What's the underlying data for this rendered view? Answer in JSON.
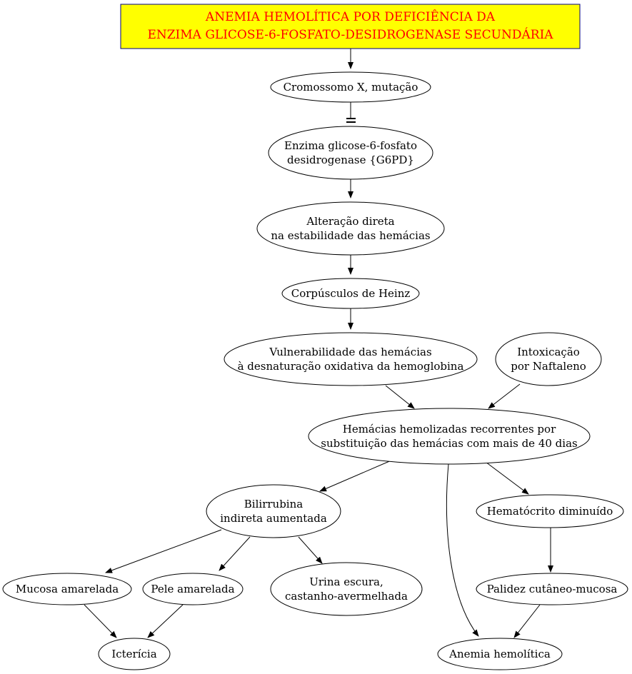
{
  "colors": {
    "title_fill": "#ffff00",
    "title_text": "#ff0000",
    "title_border": "#000080",
    "node_border": "#000000",
    "edge": "#000000"
  },
  "title": {
    "line1": "ANEMIA HEMOLÍTICA POR DEFICIÊNCIA DA",
    "line2": "ENZIMA GLICOSE-6-FOSFATO-DESIDROGENASE SECUNDÁRIA"
  },
  "nodes": {
    "cromossomo": {
      "lines": [
        "Cromossomo X, mutação"
      ]
    },
    "enzima": {
      "lines": [
        "Enzima glicose-6-fosfato",
        "desidrogenase {G6PD}"
      ]
    },
    "alteracao": {
      "lines": [
        "Alteração direta",
        "na estabilidade das hemácias"
      ]
    },
    "heinz": {
      "lines": [
        "Corpúsculos de Heinz"
      ]
    },
    "vulnerabilidade": {
      "lines": [
        "Vulnerabilidade das hemácias",
        "à desnaturação oxidativa da hemoglobina"
      ]
    },
    "intoxicacao": {
      "lines": [
        "Intoxicação",
        "por Naftaleno"
      ]
    },
    "hemolizadas": {
      "lines": [
        "Hemácias hemolizadas recorrentes por",
        "substituição das hemácias com mais de 40 dias"
      ]
    },
    "bilirrubina": {
      "lines": [
        "Bilirrubina",
        "indireta aumentada"
      ]
    },
    "hematocrito": {
      "lines": [
        "Hematócrito diminuído"
      ]
    },
    "mucosa": {
      "lines": [
        "Mucosa amarelada"
      ]
    },
    "pele": {
      "lines": [
        "Pele amarelada"
      ]
    },
    "urina": {
      "lines": [
        "Urina escura,",
        "castanho-avermelhada"
      ]
    },
    "palidez": {
      "lines": [
        "Palidez cutâneo-mucosa"
      ]
    },
    "ictericia": {
      "lines": [
        "Icterícia"
      ]
    },
    "anemia": {
      "lines": [
        "Anemia hemolítica"
      ]
    }
  },
  "edges": [
    {
      "from": "title",
      "to": "cromossomo",
      "arrow": "normal"
    },
    {
      "from": "cromossomo",
      "to": "enzima",
      "arrow": "tee"
    },
    {
      "from": "enzima",
      "to": "alteracao",
      "arrow": "normal"
    },
    {
      "from": "alteracao",
      "to": "heinz",
      "arrow": "normal"
    },
    {
      "from": "heinz",
      "to": "vulnerabilidade",
      "arrow": "normal"
    },
    {
      "from": "vulnerabilidade",
      "to": "hemolizadas",
      "arrow": "normal"
    },
    {
      "from": "intoxicacao",
      "to": "hemolizadas",
      "arrow": "normal"
    },
    {
      "from": "hemolizadas",
      "to": "bilirrubina",
      "arrow": "normal"
    },
    {
      "from": "hemolizadas",
      "to": "hematocrito",
      "arrow": "normal"
    },
    {
      "from": "hemolizadas",
      "to": "anemia",
      "arrow": "normal"
    },
    {
      "from": "bilirrubina",
      "to": "mucosa",
      "arrow": "normal"
    },
    {
      "from": "bilirrubina",
      "to": "pele",
      "arrow": "normal"
    },
    {
      "from": "bilirrubina",
      "to": "urina",
      "arrow": "normal"
    },
    {
      "from": "hematocrito",
      "to": "palidez",
      "arrow": "normal"
    },
    {
      "from": "mucosa",
      "to": "ictericia",
      "arrow": "normal"
    },
    {
      "from": "pele",
      "to": "ictericia",
      "arrow": "normal"
    },
    {
      "from": "palidez",
      "to": "anemia",
      "arrow": "normal"
    }
  ]
}
